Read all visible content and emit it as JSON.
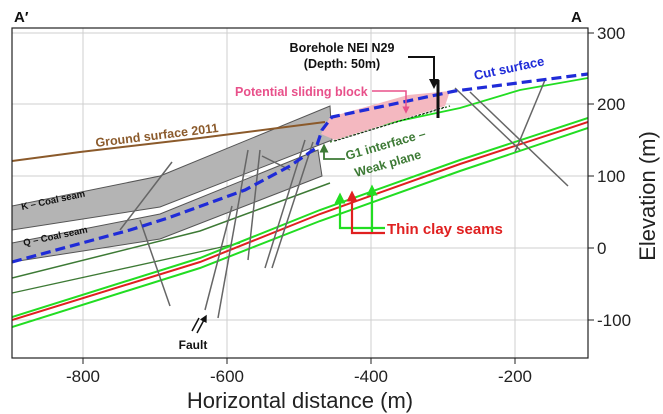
{
  "section": {
    "left_label": "A′",
    "right_label": "A"
  },
  "axes": {
    "xlabel": "Horizontal distance (m)",
    "ylabel": "Elevation (m)",
    "x_ticks": [
      "-800",
      "-600",
      "-400",
      "-200"
    ],
    "y_ticks": [
      "300",
      "200",
      "100",
      "0",
      "-100"
    ]
  },
  "annotations": {
    "borehole_line1": "Borehole NEI N29",
    "borehole_line2": "(Depth: 50m)",
    "cut_surface": "Cut surface",
    "sliding_block": "Potential sliding block",
    "ground_surface": "Ground surface 2011",
    "g1_line1": "G1 interface –",
    "g1_line2": "Weak plane",
    "k_seam": "K – Coal seam",
    "q_seam": "Q – Coal seam",
    "thin_clay": "Thin clay seams",
    "fault": "Fault"
  },
  "colors": {
    "ground_surface": "#8b5a2b",
    "cut_surface": "#1f2bd8",
    "sliding_block": "#f4b8c0",
    "sliding_label": "#e8508a",
    "coal_seam": "#b4b4b4",
    "weak_plane": "#3d7a35",
    "clay_seam_red": "#e02020",
    "clay_seam_green": "#22dd22"
  }
}
